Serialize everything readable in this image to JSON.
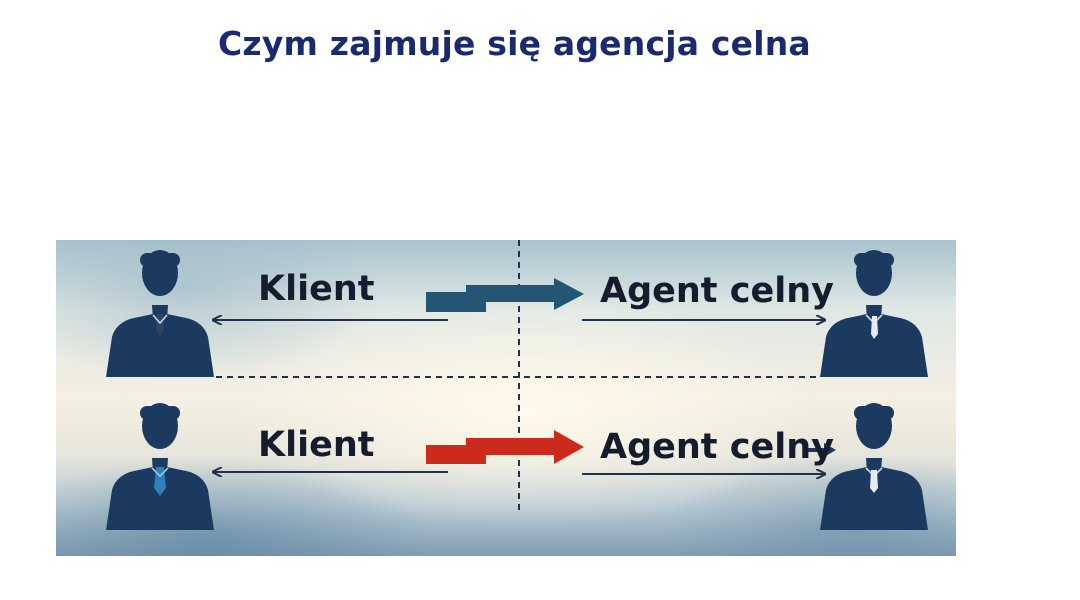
{
  "title": "Czym zajmuje się agencja celna",
  "rows": [
    {
      "client_label": "Klient",
      "agent_label": "Agent celny",
      "exchange_arrow_color": "#245572"
    },
    {
      "client_label": "Klient",
      "agent_label": "Agent celny",
      "exchange_arrow_color": "#cc2a1c"
    }
  ],
  "colors": {
    "title": "#1a2a6e",
    "silhouette": "#1c3a5f",
    "line": "#22304a",
    "tie_top_left": "#2c4663",
    "tie_bottom_left": "#2f7fb8"
  },
  "icons": {
    "client": "person-silhouette-icon",
    "agent": "person-silhouette-icon"
  }
}
